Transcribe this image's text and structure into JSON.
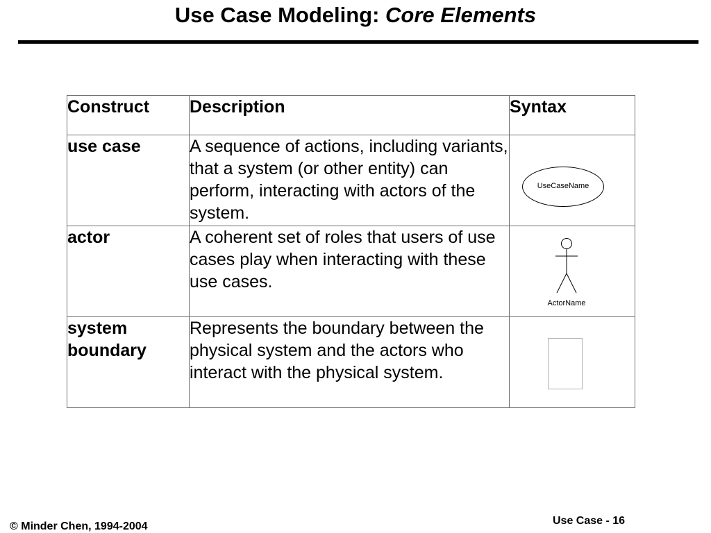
{
  "slide": {
    "title_main": "Use Case Modeling: ",
    "title_italic": "Core Elements"
  },
  "table": {
    "headers": [
      "Construct",
      "Description",
      "Syntax"
    ],
    "rows": [
      {
        "construct": "use case",
        "description": "A sequence of actions, including variants, that a system (or other entity) can perform, interacting with actors of the system.",
        "syntax_label": "UseCaseName"
      },
      {
        "construct": "actor",
        "description": "A coherent set of roles that users of use cases play when interacting with these use cases.",
        "syntax_label": "ActorName"
      },
      {
        "construct": "system boundary",
        "description": "Represents the boundary between the physical system and the actors who interact with the physical system.",
        "syntax_label": ""
      }
    ]
  },
  "footer": {
    "copyright": "© Minder Chen, 1994-2004",
    "page": "Use Case - 16"
  }
}
